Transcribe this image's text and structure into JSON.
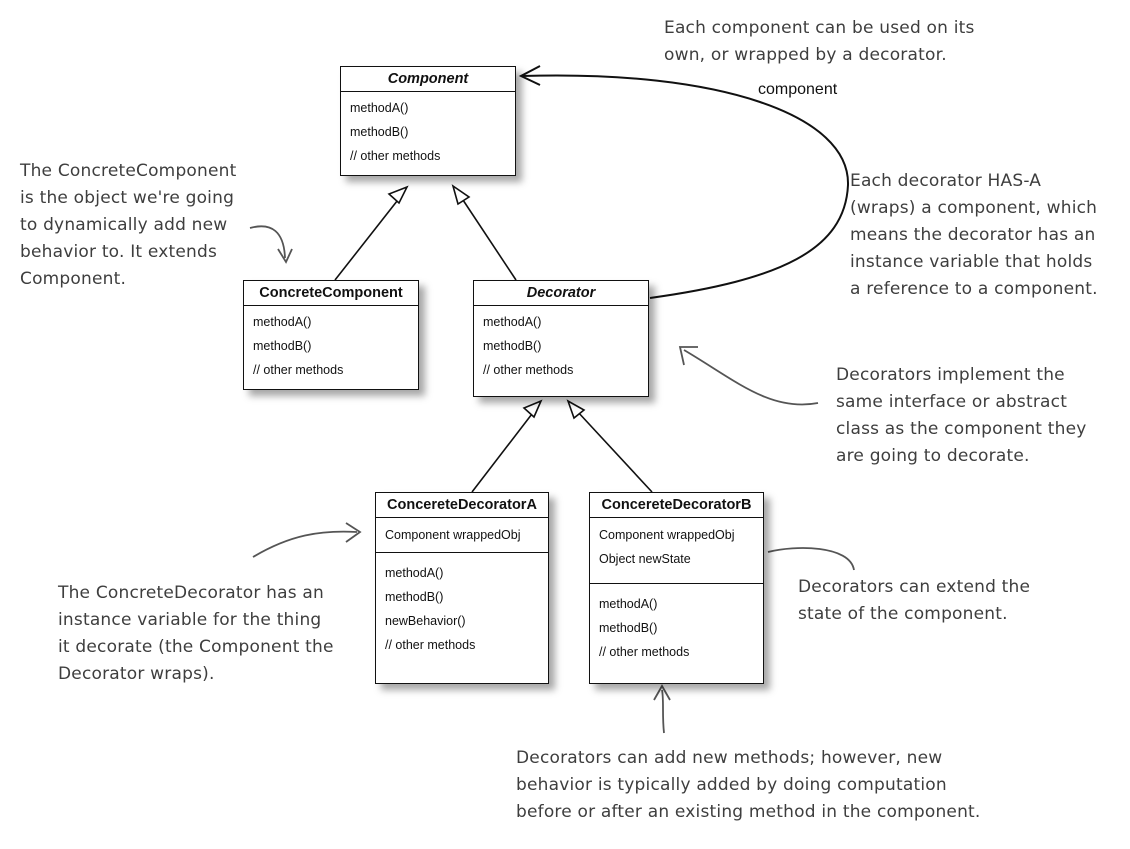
{
  "classes": {
    "component": {
      "title": "Component",
      "methods": [
        "methodA()",
        "methodB()",
        "// other methods"
      ]
    },
    "concrete_component": {
      "title": "ConcreteComponent",
      "methods": [
        "methodA()",
        "methodB()",
        "// other methods"
      ]
    },
    "decorator": {
      "title": "Decorator",
      "methods": [
        "methodA()",
        "methodB()",
        "// other methods"
      ]
    },
    "decorator_a": {
      "title": "ConcereteDecoratorA",
      "attributes": [
        "Component wrappedObj"
      ],
      "methods": [
        "methodA()",
        "methodB()",
        "newBehavior()",
        "// other methods"
      ]
    },
    "decorator_b": {
      "title": "ConcereteDecoratorB",
      "attributes": [
        "Component wrappedObj",
        "Object newState"
      ],
      "methods": [
        "methodA()",
        "methodB()",
        "// other methods"
      ]
    }
  },
  "association_label": "component",
  "notes": {
    "top": "Each component can be used on its\nown, or wrapped by a decorator.",
    "left_concrete": "The ConcreteComponent\nis the object we're going\nto dynamically add new\nbehavior to. It extends\nComponent.",
    "right_has_a": "Each decorator HAS-A\n(wraps) a component, which\nmeans the decorator has an\ninstance variable that holds\na reference to a component.",
    "right_implement": "Decorators implement the\nsame interface or abstract\nclass as the component they\nare going to decorate.",
    "left_decorator": "The ConcreteDecorator has an\ninstance variable for the thing\nit decorate (the Component the\nDecorator wraps).",
    "right_extend": "Decorators can extend the\nstate of the component.",
    "bottom": "Decorators can add new methods; however, new\nbehavior is typically added by doing computation\nbefore or after an existing method in the component."
  }
}
